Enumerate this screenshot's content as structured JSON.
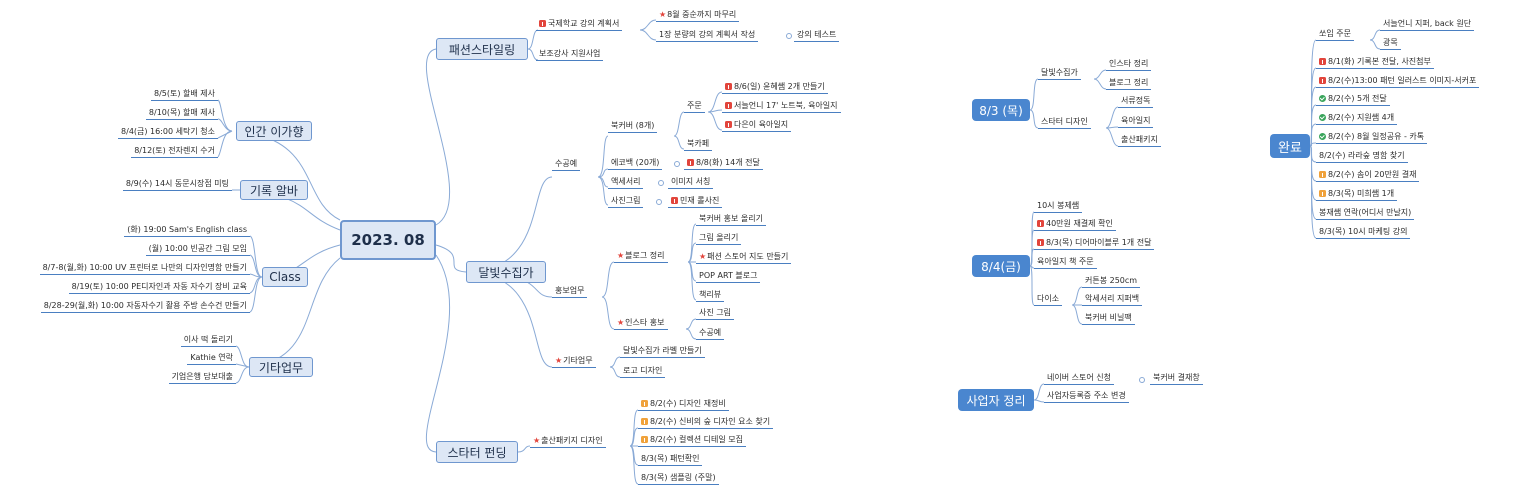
{
  "center": {
    "label": "2023. 08"
  },
  "left": {
    "human": {
      "label": "인간 이가향",
      "items": [
        "8/5(토) 할배 제사",
        "8/10(목) 할매 제사",
        "8/4(금) 16:00 세탁기 청소",
        "8/12(토) 전자렌지 수거"
      ]
    },
    "record": {
      "label": "기록 알바",
      "items": [
        "8/9(수) 14시 동문시장점 미팅"
      ]
    },
    "class": {
      "label": "Class",
      "items": [
        "(화) 19:00 Sam's English class",
        "(월) 10:00 빈공간 그림 모임",
        "8/7-8(월,화) 10:00 UV 프린터로 나만의 디자인명함 만들기",
        "8/19(토) 10:00 PE디자인과 자동 자수기 장비 교육",
        "8/28-29(월,화) 10:00 자동자수기 활용 주방 손수건 만들기"
      ]
    },
    "other": {
      "label": "기타업무",
      "items": [
        "이사 떡 돌리기",
        "Kathie 연락",
        "기업은행 담보대출"
      ]
    }
  },
  "fashion": {
    "label": "패션스타일링",
    "plan": "국제학교 강의 계획서",
    "plan_sub1": "8월 중순까지 마무리",
    "plan_sub2": "1장 분량의 강의 계획서 작성",
    "plan_sub2_child": "강의 테스트",
    "assistant": "보조강사 지원사업"
  },
  "moon": {
    "label": "달빛수집가",
    "craft": {
      "label": "수공예",
      "bookcover": "북커버 (8개)",
      "order": "주문",
      "order_items": [
        "8/6(일) 윤혜쌤 2개 만들기",
        "서늘언니 17' 노트북, 육아일지",
        "다은이 육아일지"
      ],
      "bookcafe": "북카페",
      "ecobag": "에코백 (20개)",
      "ecobag_item": "8/8(화) 14개 전달",
      "accessory": "액세서리",
      "accessory_item": "이미지 서칭",
      "picture": "사진그림",
      "picture_item": "민재 롤사진"
    },
    "promo": {
      "label": "홍보업무",
      "blog": "블로그 정리",
      "blog_items": [
        "북커버 홍보 올리기",
        "그림 올리기",
        "패션 스토어 지도 만들기",
        "POP ART 블로그",
        "책리뷰"
      ],
      "insta": "인스타 홍보",
      "insta_items": [
        "사진 그림",
        "수공예"
      ]
    },
    "etc": {
      "label": "기타업무",
      "items": [
        "달빛수집가 라벨 만들기",
        "로고 디자인"
      ]
    }
  },
  "starter": {
    "label": "스타터 펀딩",
    "kit": "출산패키지 디자인",
    "items": [
      "8/2(수) 디자인 재정비",
      "8/2(수) 신비의 숲 디자인 요소 찾기",
      "8/2(수) 컬렉션 디테일 모집",
      "8/3(목) 패턴확인",
      "8/3(목) 샘플링 (주말)"
    ]
  },
  "d83": {
    "label": "8/3 (목)",
    "moon": "달빛수집가",
    "moon_items": [
      "인스타 정리",
      "블로그 정리"
    ],
    "starter": "스타터 디자인",
    "starter_items": [
      "서류정독",
      "육아일지",
      "출산패키지"
    ]
  },
  "d84": {
    "label": "8/4(금)",
    "items": [
      "10시 봉제쌤",
      "40만원 재결제 확인",
      "8/3(목) 디어마이블루 1개 전달",
      "육아일지 책 주문"
    ],
    "daiso": "다이소",
    "daiso_items": [
      "커튼봉 250cm",
      "악세서리 지퍼백",
      "북커버 비닐팩"
    ]
  },
  "biz": {
    "label": "사업자 정리",
    "item1": "네이버 스토어 신청",
    "item1_child": "북커버 결재창",
    "item2": "사업자등록증 주소 변경"
  },
  "done": {
    "label": "완료",
    "ssoim": "쏘임 주문",
    "ssoim_items": [
      "서늘언니 지퍼, back 원단",
      "광목"
    ],
    "items": [
      "8/1(화) 기록본 전달, 사진첨부",
      "8/2(수)13:00 패턴 일러스트 이미지-서커포",
      "8/2(수) 5개 전달",
      "8/2(수) 지원쌤 4개",
      "8/2(수) 8월 일정공유 - 카톡",
      "8/2(수) 라라숲 명함 찾기",
      "8/2(수) 솜이 20만원 결재",
      "8/3(목) 미희쌤 1개",
      "봉재쌤 연락(어디서 만날지)",
      "8/3(목) 10시 마케팅 강의"
    ]
  },
  "colors": {
    "line": "#8aaad6",
    "underline": "#4a7fc1",
    "box_fill": "#dde7f5",
    "box_border": "#6f97cf",
    "blue": "#4a86cf",
    "priority_red": "#e2453c",
    "priority_orange": "#f0a23b",
    "done_green": "#3aa55c"
  }
}
